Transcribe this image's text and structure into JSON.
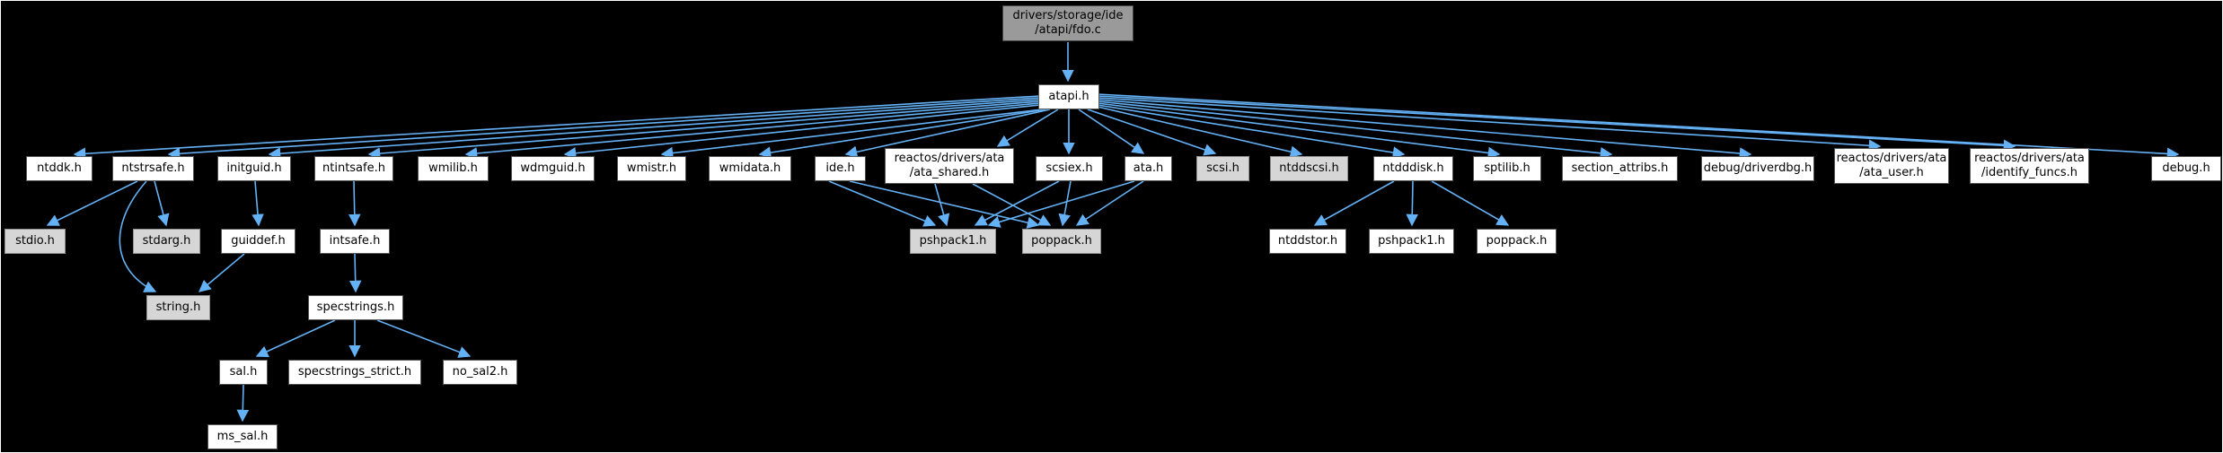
{
  "diagram": {
    "type": "include-dependency-graph",
    "root_file": "drivers/storage/ide/atapi/fdo.c",
    "colors": {
      "background": "#000000",
      "frame": "#ffffff",
      "edge": "#64b1f5",
      "node_fill": "#ffffff",
      "node_border": "#545454",
      "truncated_fill": "#d6d6d6",
      "truncated_border": "#8f8f8f",
      "source_fill": "#9a9a9a",
      "text": "#000000"
    },
    "nodes": [
      {
        "id": "fdo",
        "label": "drivers/storage/ide/atapi/fdo.c",
        "line1": "drivers/storage/ide",
        "line2": "/atapi/fdo.c",
        "style": "source"
      },
      {
        "id": "atapi",
        "label": "atapi.h",
        "style": "normal"
      },
      {
        "id": "ntddk",
        "label": "ntddk.h",
        "style": "normal"
      },
      {
        "id": "ntstrsafe",
        "label": "ntstrsafe.h",
        "style": "normal"
      },
      {
        "id": "initguid",
        "label": "initguid.h",
        "style": "normal"
      },
      {
        "id": "ntintsafe",
        "label": "ntintsafe.h",
        "style": "normal"
      },
      {
        "id": "wmilib",
        "label": "wmilib.h",
        "style": "normal"
      },
      {
        "id": "wdmguid",
        "label": "wdmguid.h",
        "style": "normal"
      },
      {
        "id": "wmistr",
        "label": "wmistr.h",
        "style": "normal"
      },
      {
        "id": "wmidata",
        "label": "wmidata.h",
        "style": "normal"
      },
      {
        "id": "ide",
        "label": "ide.h",
        "style": "normal"
      },
      {
        "id": "ata_shared",
        "label": "reactos/drivers/ata/ata_shared.h",
        "line1": "reactos/drivers/ata",
        "line2": "/ata_shared.h",
        "style": "normal"
      },
      {
        "id": "scsiex",
        "label": "scsiex.h",
        "style": "normal"
      },
      {
        "id": "ata",
        "label": "ata.h",
        "style": "normal"
      },
      {
        "id": "scsi",
        "label": "scsi.h",
        "style": "truncated"
      },
      {
        "id": "ntddscsi",
        "label": "ntddscsi.h",
        "style": "truncated"
      },
      {
        "id": "ntdddisk",
        "label": "ntdddisk.h",
        "style": "normal"
      },
      {
        "id": "sptilib",
        "label": "sptilib.h",
        "style": "normal"
      },
      {
        "id": "section_attribs",
        "label": "section_attribs.h",
        "style": "normal"
      },
      {
        "id": "driverdbg",
        "label": "debug/driverdbg.h",
        "style": "normal"
      },
      {
        "id": "ata_user",
        "label": "reactos/drivers/ata/ata_user.h",
        "line1": "reactos/drivers/ata",
        "line2": "/ata_user.h",
        "style": "normal"
      },
      {
        "id": "identify_funcs",
        "label": "reactos/drivers/ata/identify_funcs.h",
        "line1": "reactos/drivers/ata",
        "line2": "/identify_funcs.h",
        "style": "normal"
      },
      {
        "id": "debug",
        "label": "debug.h",
        "style": "normal"
      },
      {
        "id": "stdio",
        "label": "stdio.h",
        "style": "truncated"
      },
      {
        "id": "stdarg",
        "label": "stdarg.h",
        "style": "truncated"
      },
      {
        "id": "guiddef",
        "label": "guiddef.h",
        "style": "normal"
      },
      {
        "id": "intsafe",
        "label": "intsafe.h",
        "style": "normal"
      },
      {
        "id": "pshpack1_a",
        "label": "pshpack1.h",
        "style": "truncated"
      },
      {
        "id": "poppack_a",
        "label": "poppack.h",
        "style": "truncated"
      },
      {
        "id": "ntddstor",
        "label": "ntddstor.h",
        "style": "normal"
      },
      {
        "id": "pshpack1_b",
        "label": "pshpack1.h",
        "style": "normal"
      },
      {
        "id": "poppack_b",
        "label": "poppack.h",
        "style": "normal"
      },
      {
        "id": "string",
        "label": "string.h",
        "style": "truncated"
      },
      {
        "id": "specstrings",
        "label": "specstrings.h",
        "style": "normal"
      },
      {
        "id": "sal",
        "label": "sal.h",
        "style": "normal"
      },
      {
        "id": "specstrings_strict",
        "label": "specstrings_strict.h",
        "style": "normal"
      },
      {
        "id": "no_sal2",
        "label": "no_sal2.h",
        "style": "normal"
      },
      {
        "id": "ms_sal",
        "label": "ms_sal.h",
        "style": "normal"
      }
    ],
    "edges": [
      {
        "from": "fdo",
        "to": "atapi"
      },
      {
        "from": "atapi",
        "to": "ntddk"
      },
      {
        "from": "atapi",
        "to": "ntstrsafe"
      },
      {
        "from": "atapi",
        "to": "initguid"
      },
      {
        "from": "atapi",
        "to": "ntintsafe"
      },
      {
        "from": "atapi",
        "to": "wmilib"
      },
      {
        "from": "atapi",
        "to": "wdmguid"
      },
      {
        "from": "atapi",
        "to": "wmistr"
      },
      {
        "from": "atapi",
        "to": "wmidata"
      },
      {
        "from": "atapi",
        "to": "ide"
      },
      {
        "from": "atapi",
        "to": "ata_shared"
      },
      {
        "from": "atapi",
        "to": "scsiex"
      },
      {
        "from": "atapi",
        "to": "ata"
      },
      {
        "from": "atapi",
        "to": "scsi"
      },
      {
        "from": "atapi",
        "to": "ntddscsi"
      },
      {
        "from": "atapi",
        "to": "ntdddisk"
      },
      {
        "from": "atapi",
        "to": "sptilib"
      },
      {
        "from": "atapi",
        "to": "section_attribs"
      },
      {
        "from": "atapi",
        "to": "driverdbg"
      },
      {
        "from": "atapi",
        "to": "ata_user"
      },
      {
        "from": "atapi",
        "to": "identify_funcs"
      },
      {
        "from": "atapi",
        "to": "debug"
      },
      {
        "from": "ntstrsafe",
        "to": "stdio"
      },
      {
        "from": "ntstrsafe",
        "to": "stdarg"
      },
      {
        "from": "ntstrsafe",
        "to": "string"
      },
      {
        "from": "initguid",
        "to": "guiddef"
      },
      {
        "from": "guiddef",
        "to": "string"
      },
      {
        "from": "ntintsafe",
        "to": "intsafe"
      },
      {
        "from": "intsafe",
        "to": "specstrings"
      },
      {
        "from": "specstrings",
        "to": "sal"
      },
      {
        "from": "specstrings",
        "to": "specstrings_strict"
      },
      {
        "from": "specstrings",
        "to": "no_sal2"
      },
      {
        "from": "sal",
        "to": "ms_sal"
      },
      {
        "from": "ide",
        "to": "pshpack1_a"
      },
      {
        "from": "ide",
        "to": "poppack_a"
      },
      {
        "from": "ata_shared",
        "to": "pshpack1_a"
      },
      {
        "from": "ata_shared",
        "to": "poppack_a"
      },
      {
        "from": "scsiex",
        "to": "pshpack1_a"
      },
      {
        "from": "scsiex",
        "to": "poppack_a"
      },
      {
        "from": "ata",
        "to": "pshpack1_a"
      },
      {
        "from": "ata",
        "to": "poppack_a"
      },
      {
        "from": "ntdddisk",
        "to": "ntddstor"
      },
      {
        "from": "ntdddisk",
        "to": "pshpack1_b"
      },
      {
        "from": "ntdddisk",
        "to": "poppack_b"
      }
    ]
  }
}
